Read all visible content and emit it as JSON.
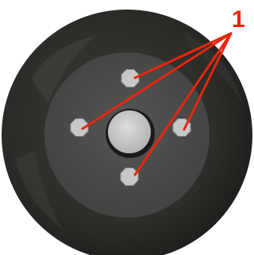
{
  "diagram": {
    "callout": {
      "number": "1",
      "color": "#e8260f",
      "points_to": "lug-nut",
      "pointer_count": 4
    },
    "tire_color": "#2f2f2b",
    "rim_color": "#4a4a48",
    "hub_color": "#c4c4c4",
    "lug_nut_color": "#c8c8c8",
    "lug_nuts": [
      "top",
      "left",
      "right",
      "bottom"
    ]
  }
}
